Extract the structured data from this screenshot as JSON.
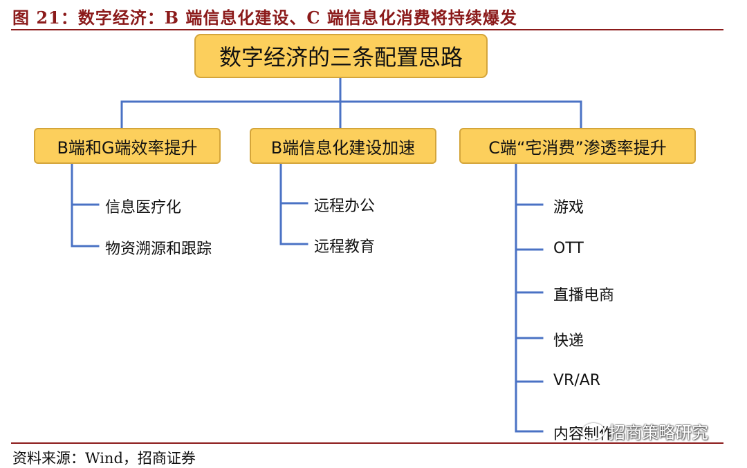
{
  "figure": {
    "title": "图 21：数字经济：B 端信息化建设、C 端信息化消费将持续爆发",
    "source": "资料来源：Wind，招商证券"
  },
  "root": {
    "label": "数字经济的三条配置思路"
  },
  "categories": [
    {
      "label": "B端和G端效率提升",
      "items": [
        "信息医疗化",
        "物资溯源和跟踪"
      ]
    },
    {
      "label": "B端信息化建设加速",
      "items": [
        "远程办公",
        "远程教育"
      ]
    },
    {
      "label": "C端“宅消费”渗透率提升",
      "items": [
        "游戏",
        "OTT",
        "直播电商",
        "快递",
        "VR/AR",
        "内容制作"
      ]
    }
  ],
  "watermark": {
    "text": "招商策略研究"
  },
  "colors": {
    "box_fill": "#fccf5c",
    "box_border": "#d4a53a",
    "connector": "#4a72c4",
    "title": "#8b1a1a"
  }
}
